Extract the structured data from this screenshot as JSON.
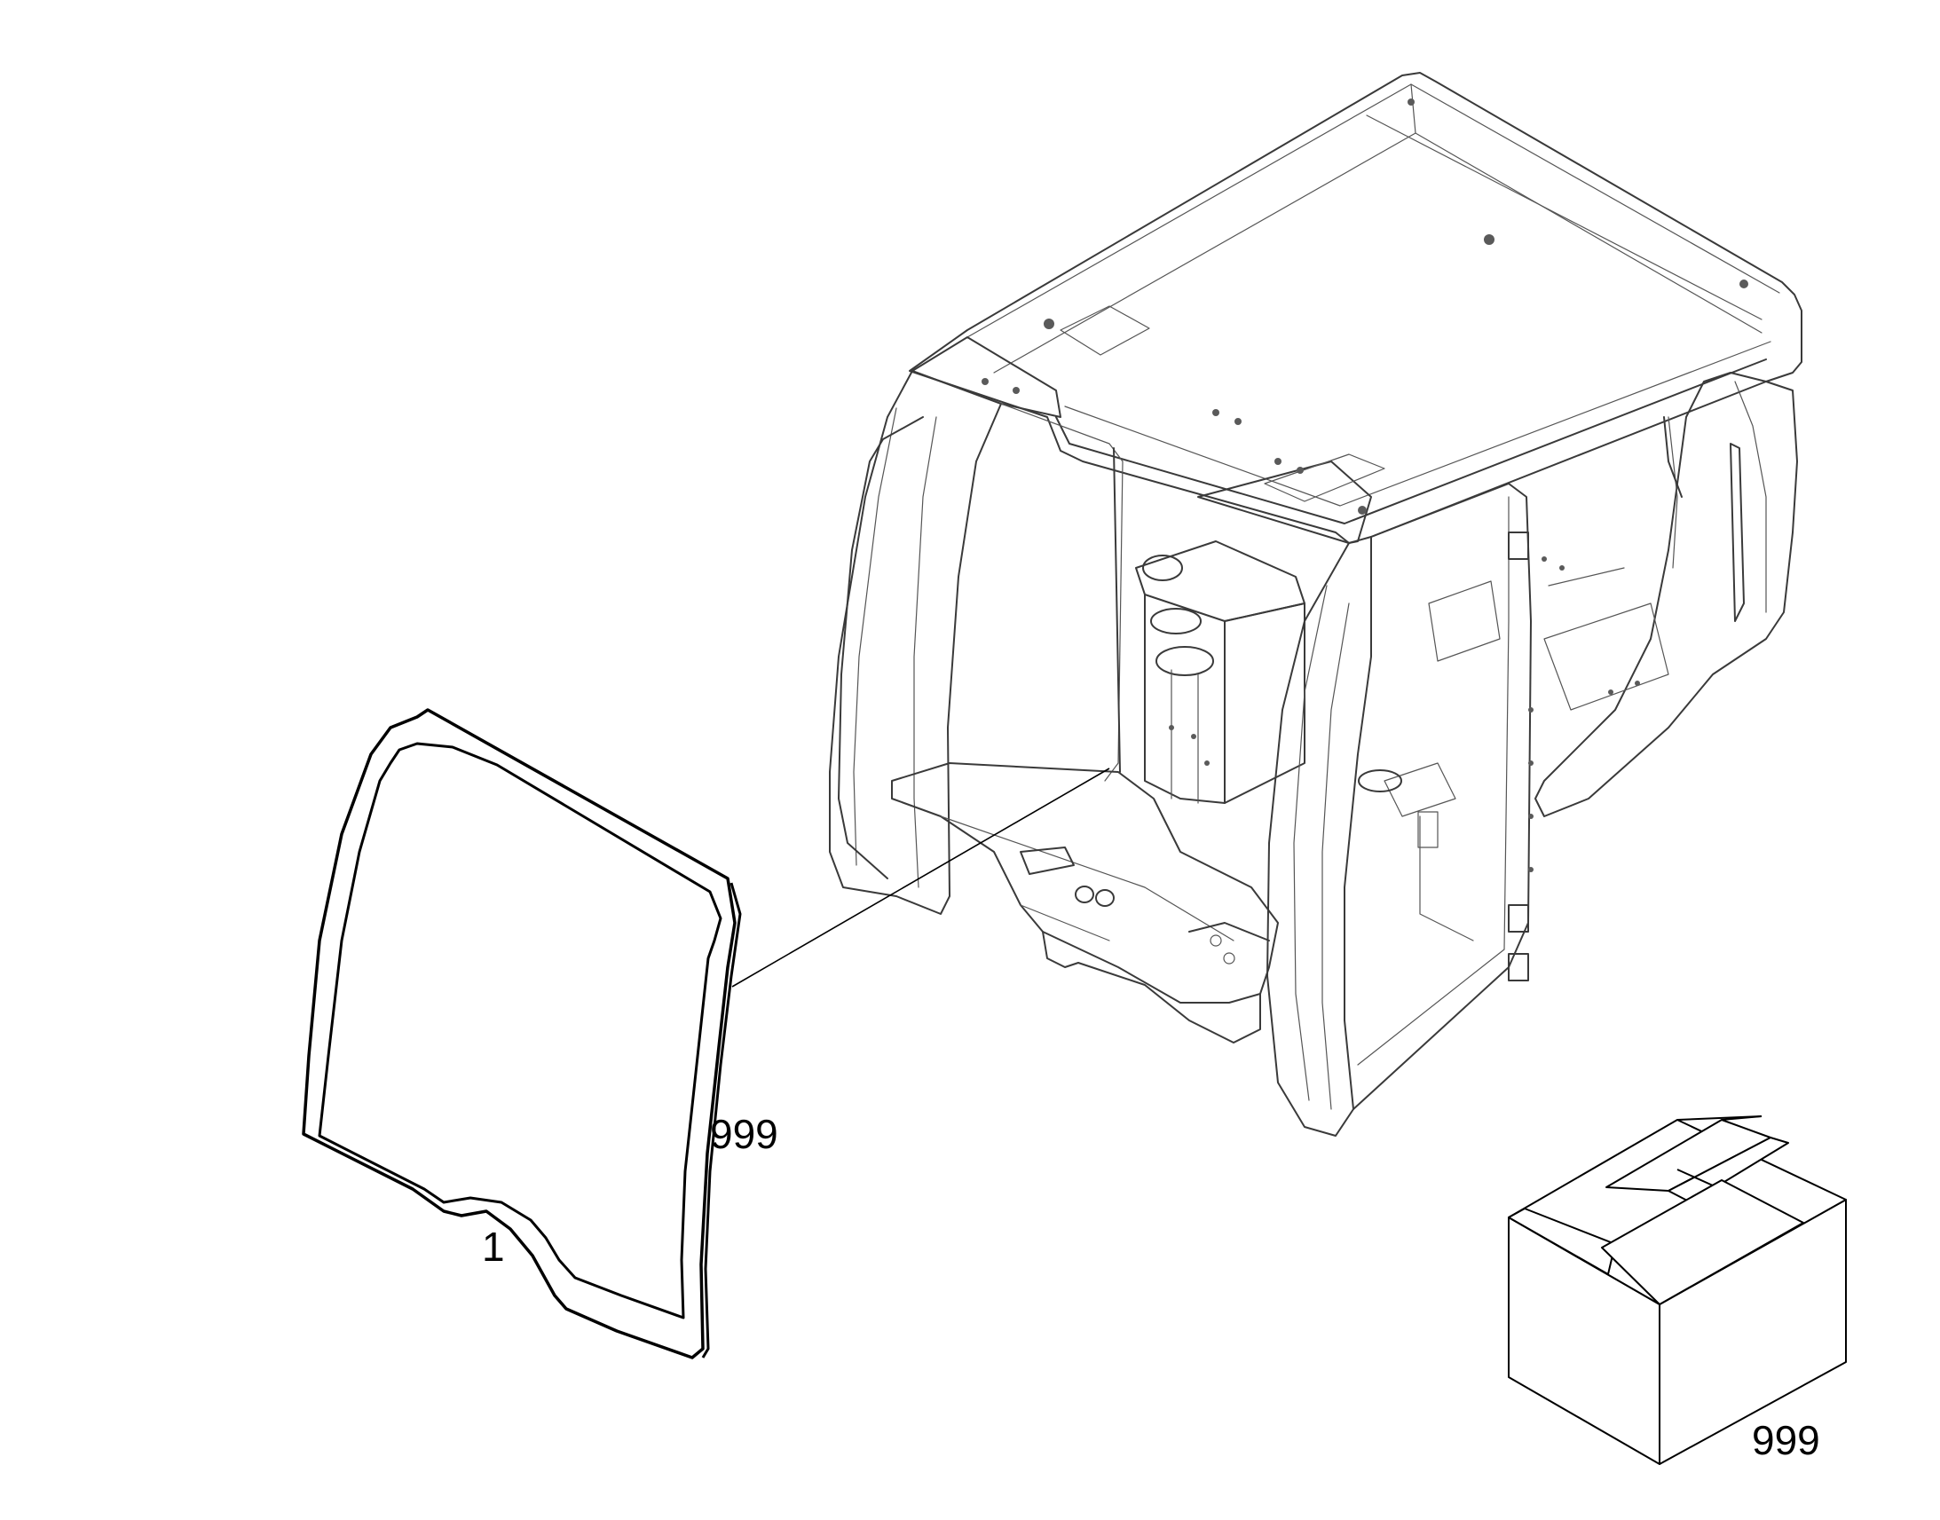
{
  "callouts": {
    "glass_part": "1",
    "glass_kit": "999",
    "box_kit": "999"
  },
  "colors": {
    "line": "#000000",
    "cab_line": "#3a3a3a",
    "background": "#ffffff"
  }
}
